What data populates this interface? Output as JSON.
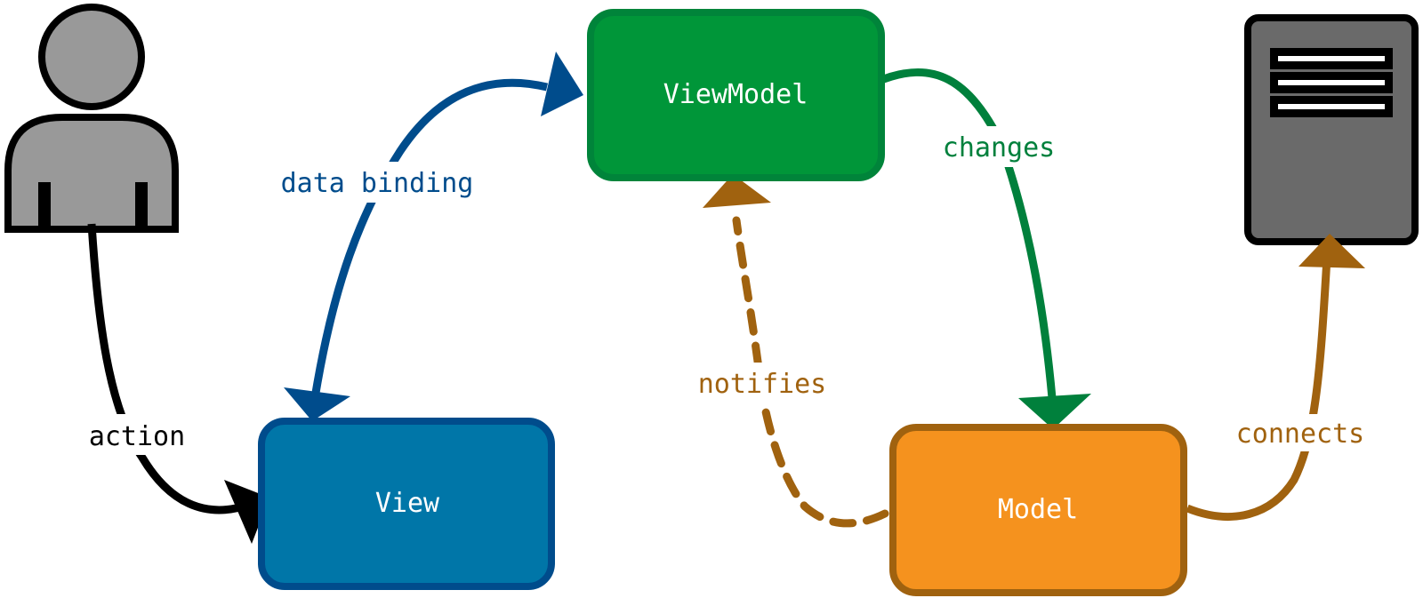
{
  "nodes": {
    "viewmodel": {
      "label": "ViewModel",
      "fill": "#009639",
      "stroke": "#00843a"
    },
    "view": {
      "label": "View",
      "fill": "#0076a8",
      "stroke": "#004c8c"
    },
    "model": {
      "label": "Model",
      "fill": "#f5921e",
      "stroke": "#a0620f"
    },
    "user": {
      "icon": "user-icon",
      "fill": "#999999"
    },
    "server": {
      "icon": "server-icon",
      "fill": "#6a6a6a"
    }
  },
  "edges": {
    "action": {
      "label": "action",
      "color": "#000000"
    },
    "data_binding": {
      "label": "data binding",
      "color": "#004c8c"
    },
    "changes": {
      "label": "changes",
      "color": "#00803c"
    },
    "notifies": {
      "label": "notifies",
      "color": "#a0620f"
    },
    "connects": {
      "label": "connects",
      "color": "#a0620f"
    }
  }
}
